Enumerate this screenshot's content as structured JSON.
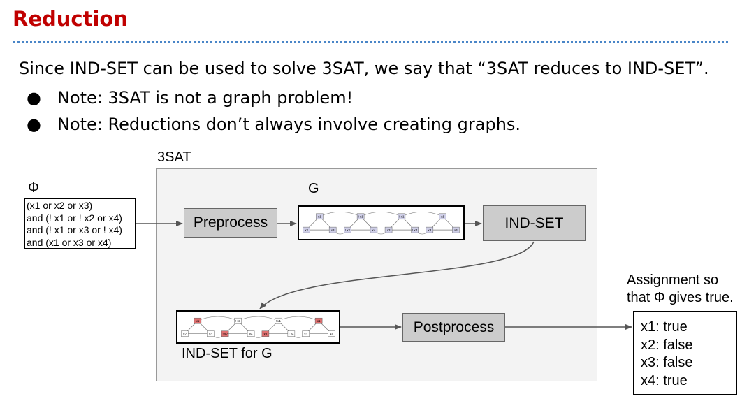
{
  "title": "Reduction",
  "intro": "Since IND-SET can be used to solve 3SAT, we say that “3SAT reduces to IND-SET”.",
  "bullets": [
    "Note: 3SAT is not a graph problem!",
    "Note: Reductions don’t always involve creating graphs."
  ],
  "bullet_symbol": "●",
  "diagram": {
    "outer_label": "3SAT",
    "phi_label": "Φ",
    "formula_lines": [
      "(x1 or x2 or x3)",
      "and (! x1 or ! x2 or x4)",
      "and (! x1 or x3 or ! x4)",
      "and (x1 or x3 or x4)"
    ],
    "preprocess": "Preprocess",
    "g_label": "G",
    "indset": "IND-SET",
    "indset_for_g": "IND-SET for G",
    "postprocess": "Postprocess",
    "assignment_caption": [
      "Assignment so",
      "that Φ gives true."
    ],
    "assignment": [
      "x1: true",
      "x2: false",
      "x3: false",
      "x4: true"
    ],
    "graph_nodes": [
      "x1",
      "x2",
      "x3",
      "! x1",
      "! x2",
      "x4",
      "! x1",
      "x3",
      "! x4",
      "x1",
      "x3",
      "x4"
    ],
    "colors": {
      "title": "#c00000",
      "node_fill": "#cfcfe8",
      "selected_fill": "#e07070"
    }
  }
}
